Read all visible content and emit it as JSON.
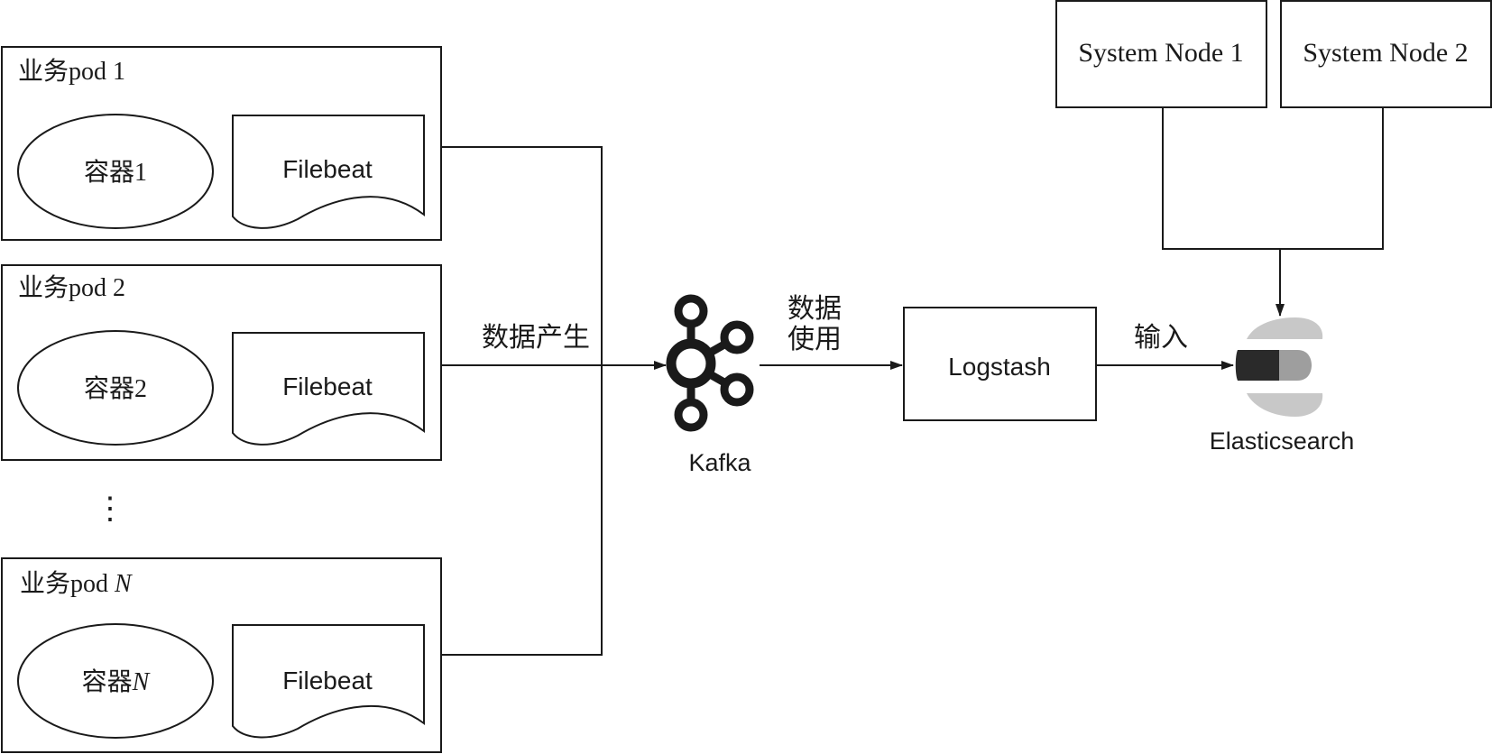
{
  "pods": [
    {
      "title_prefix": "业务pod ",
      "title_suffix": "1",
      "container_prefix": "容器",
      "container_suffix": "1",
      "shipper": "Filebeat"
    },
    {
      "title_prefix": "业务pod ",
      "title_suffix": "2",
      "container_prefix": "容器",
      "container_suffix": "2",
      "shipper": "Filebeat"
    },
    {
      "title_prefix": "业务pod ",
      "title_suffix": "N",
      "container_prefix": "容器",
      "container_suffix": "N",
      "shipper": "Filebeat"
    }
  ],
  "ellipsis": "⋮",
  "edges": {
    "produce": "数据产生",
    "consume_line1": "数据",
    "consume_line2": "使用",
    "input": "输入"
  },
  "kafka": {
    "label": "Kafka",
    "icon": "kafka-logo-icon"
  },
  "logstash": {
    "label": "Logstash"
  },
  "elasticsearch": {
    "label": "Elasticsearch",
    "icon": "elasticsearch-logo-icon"
  },
  "system_nodes": [
    {
      "label": "System Node 1"
    },
    {
      "label": "System Node 2"
    }
  ],
  "colors": {
    "stroke": "#1a1a1a",
    "logo_light": "#c8c8c8",
    "logo_mid": "#9e9e9e",
    "logo_dark": "#2a2a2a"
  }
}
